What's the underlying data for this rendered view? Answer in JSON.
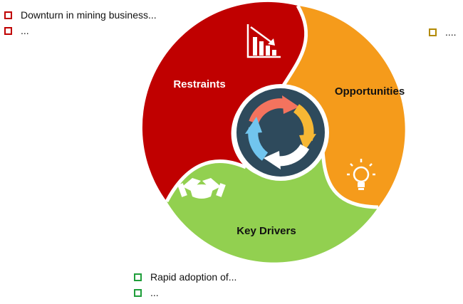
{
  "colors": {
    "restraints": "#c00000",
    "opportunities": "#f59b1b",
    "key_drivers": "#92d050",
    "hub": "#2e4a5c"
  },
  "restraints": {
    "label": "Restraints",
    "icon": "declining-bar-chart-icon",
    "bullets": [
      "Downturn in mining business...",
      "..."
    ]
  },
  "opportunities": {
    "label": "Opportunities",
    "icon": "lightbulb-icon",
    "bullets": [
      "...."
    ]
  },
  "key_drivers": {
    "label": "Key Drivers",
    "icon": "handshake-icon",
    "bullets": [
      "Rapid adoption of...",
      "..."
    ]
  },
  "hub": {
    "icon": "cycle-arrows-icon"
  }
}
